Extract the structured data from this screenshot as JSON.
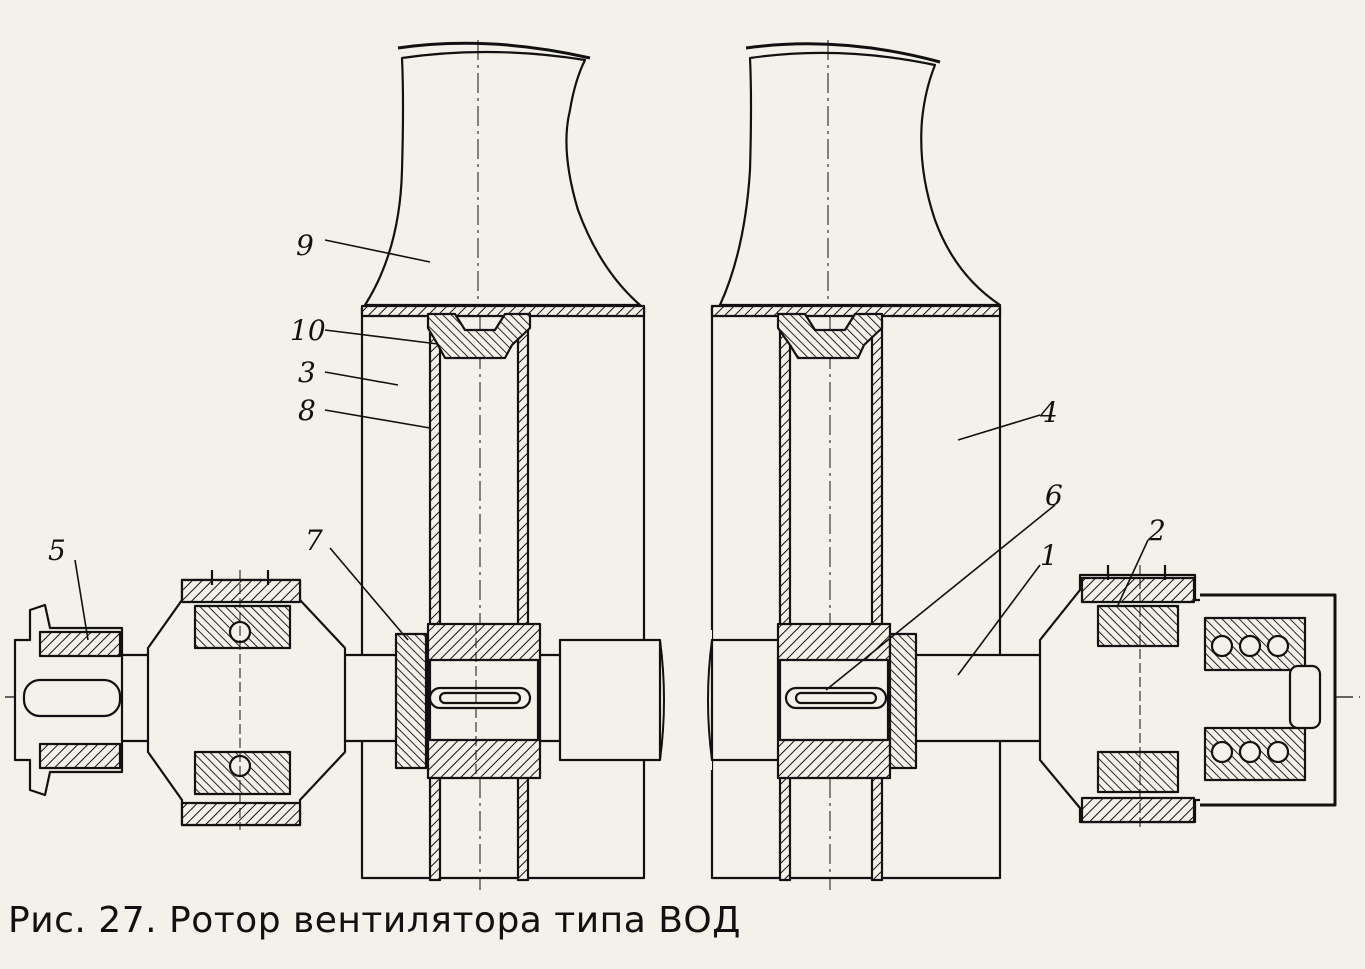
{
  "labels": {
    "l1": "1",
    "l2": "2",
    "l3": "3",
    "l4": "4",
    "l5": "5",
    "l6": "6",
    "l7": "7",
    "l8": "8",
    "l9": "9",
    "l10": "10"
  },
  "caption": "Рис. 27. Ротор вентилятора типа ВОД"
}
